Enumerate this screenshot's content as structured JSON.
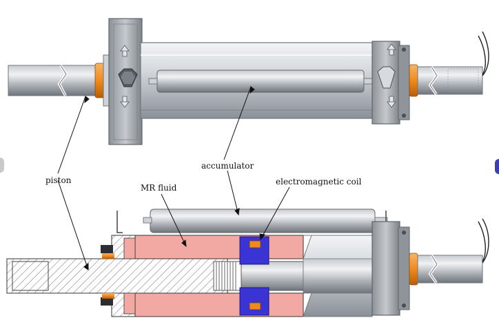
{
  "labels": {
    "piston": "piston",
    "mr_fluid": "MR fluid",
    "accumulator": "accumulator",
    "electromagnetic_coil": "electromagnetic coil"
  },
  "colors": {
    "steel_light": "#e4e7ea",
    "steel_mid": "#b7bcc2",
    "steel_dark": "#6f757c",
    "flange": "#9ea3a9",
    "orange_seal": "#f08a1c",
    "mr_fluid": "#f3a9a3",
    "coil_blue": "#3a33d6",
    "hatch": "#777777"
  }
}
